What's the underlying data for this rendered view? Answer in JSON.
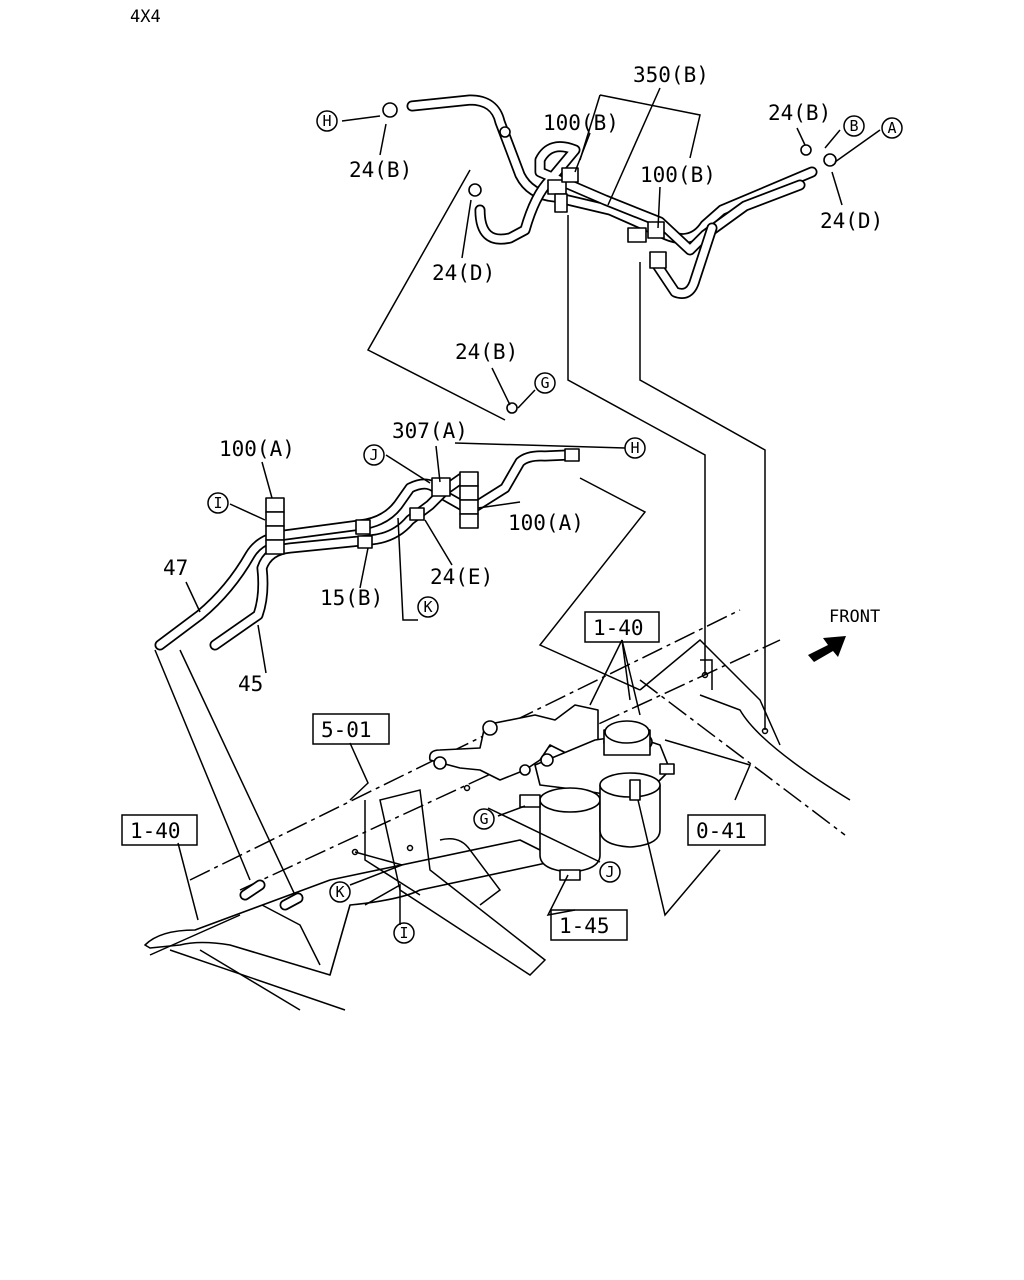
{
  "header": {
    "variant": "4X4"
  },
  "callouts": {
    "c_24B_top_left": "24(B)",
    "c_24D_left": "24(D)",
    "c_100B_top": "100(B)",
    "c_350B": "350(B)",
    "c_100B_right": "100(B)",
    "c_24B_right": "24(B)",
    "c_24D_right": "24(D)",
    "c_24B_mid": "24(B)",
    "c_307A": "307(A)",
    "c_100A_left": "100(A)",
    "c_100A_right": "100(A)",
    "c_24E": "24(E)",
    "c_15B": "15(B)",
    "c_47": "47",
    "c_45": "45",
    "front": "FRONT"
  },
  "boxed_refs": {
    "r_1_40_mid": "1-40",
    "r_5_01": "5-01",
    "r_0_41": "0-41",
    "r_1_40_left": "1-40",
    "r_1_45": "1-45"
  },
  "connectors": {
    "A": "A",
    "B": "B",
    "H_top": "H",
    "H_mid": "H",
    "G_mid": "G",
    "G_low": "G",
    "J_mid": "J",
    "J_low": "J",
    "I_mid": "I",
    "I_low": "I",
    "K_mid": "K",
    "K_low": "K"
  },
  "colors": {
    "line": "#000000",
    "background": "#ffffff"
  }
}
